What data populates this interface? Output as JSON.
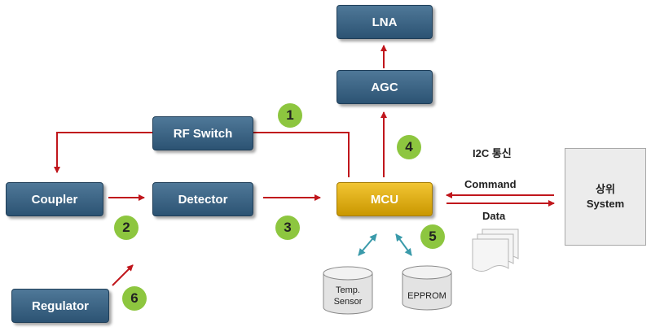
{
  "blocks": {
    "lna": "LNA",
    "agc": "AGC",
    "rf_switch": "RF Switch",
    "coupler": "Coupler",
    "detector": "Detector",
    "mcu": "MCU",
    "regulator": "Regulator"
  },
  "steps": [
    "1",
    "2",
    "3",
    "4",
    "5",
    "6"
  ],
  "i2c_label": "I2C 통신",
  "command_label": "Command",
  "data_label": "Data",
  "system": {
    "line1": "상위",
    "line2": "System"
  },
  "temp_sensor": {
    "line1": "Temp.",
    "line2": "Sensor"
  },
  "epprom": "EPPROM",
  "colors": {
    "block_blue": "#2c5373",
    "mcu_gold": "#e0ad12",
    "arrow_red": "#c0161c",
    "arrow_teal": "#3a9aaa",
    "step_green": "#8dc63f"
  }
}
